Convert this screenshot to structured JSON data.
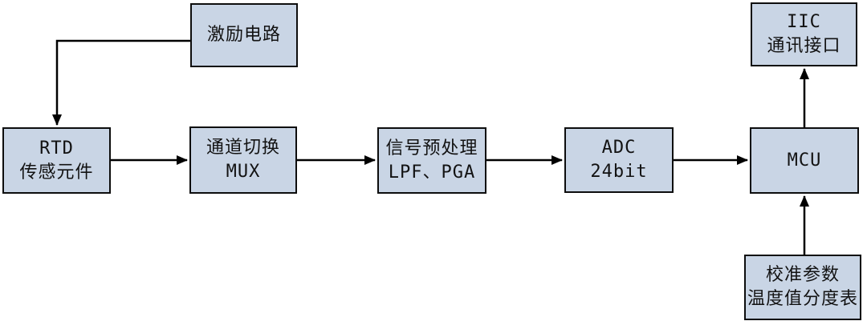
{
  "diagram": {
    "type": "flowchart",
    "background_color": "#ffffff",
    "node_fill_color": "#c9d5e5",
    "node_border_color": "#0d0d0d",
    "arrow_color": "#000000",
    "nodes": {
      "excitation": {
        "lines": [
          "激励电路"
        ]
      },
      "rtd": {
        "lines": [
          "RTD",
          "传感元件"
        ]
      },
      "mux": {
        "lines": [
          "通道切换",
          "MUX"
        ]
      },
      "preprocess": {
        "lines": [
          "信号预处理",
          "LPF、PGA"
        ]
      },
      "adc": {
        "lines": [
          "ADC",
          "24bit"
        ]
      },
      "mcu": {
        "lines": [
          "MCU"
        ]
      },
      "iic": {
        "lines": [
          "IIC",
          "通讯接口"
        ]
      },
      "calibration": {
        "lines": [
          "校准参数",
          "温度值分度表"
        ]
      }
    },
    "edges": [
      {
        "from": "excitation",
        "to": "rtd"
      },
      {
        "from": "rtd",
        "to": "mux"
      },
      {
        "from": "mux",
        "to": "preprocess"
      },
      {
        "from": "preprocess",
        "to": "adc"
      },
      {
        "from": "adc",
        "to": "mcu"
      },
      {
        "from": "mcu",
        "to": "iic"
      },
      {
        "from": "calibration",
        "to": "mcu"
      }
    ]
  }
}
